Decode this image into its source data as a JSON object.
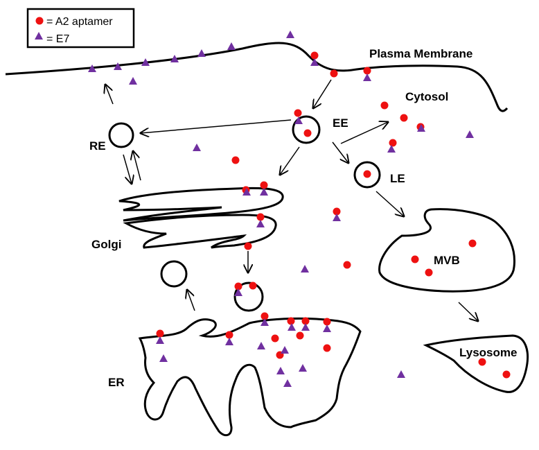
{
  "legend": {
    "aptamer": "= A2 aptamer",
    "e7": "= E7"
  },
  "labels": {
    "plasma_membrane": "Plasma Membrane",
    "cytosol": "Cytosol",
    "ee": "EE",
    "re": "RE",
    "le": "LE",
    "golgi": "Golgi",
    "mvb": "MVB",
    "er": "ER",
    "lysosome": "Lysosome"
  },
  "colors": {
    "aptamer": "#ee1111",
    "e7": "#7030a0",
    "outline": "#000000"
  },
  "icons": {
    "aptamer": "red-dot",
    "e7": "purple-triangle"
  }
}
